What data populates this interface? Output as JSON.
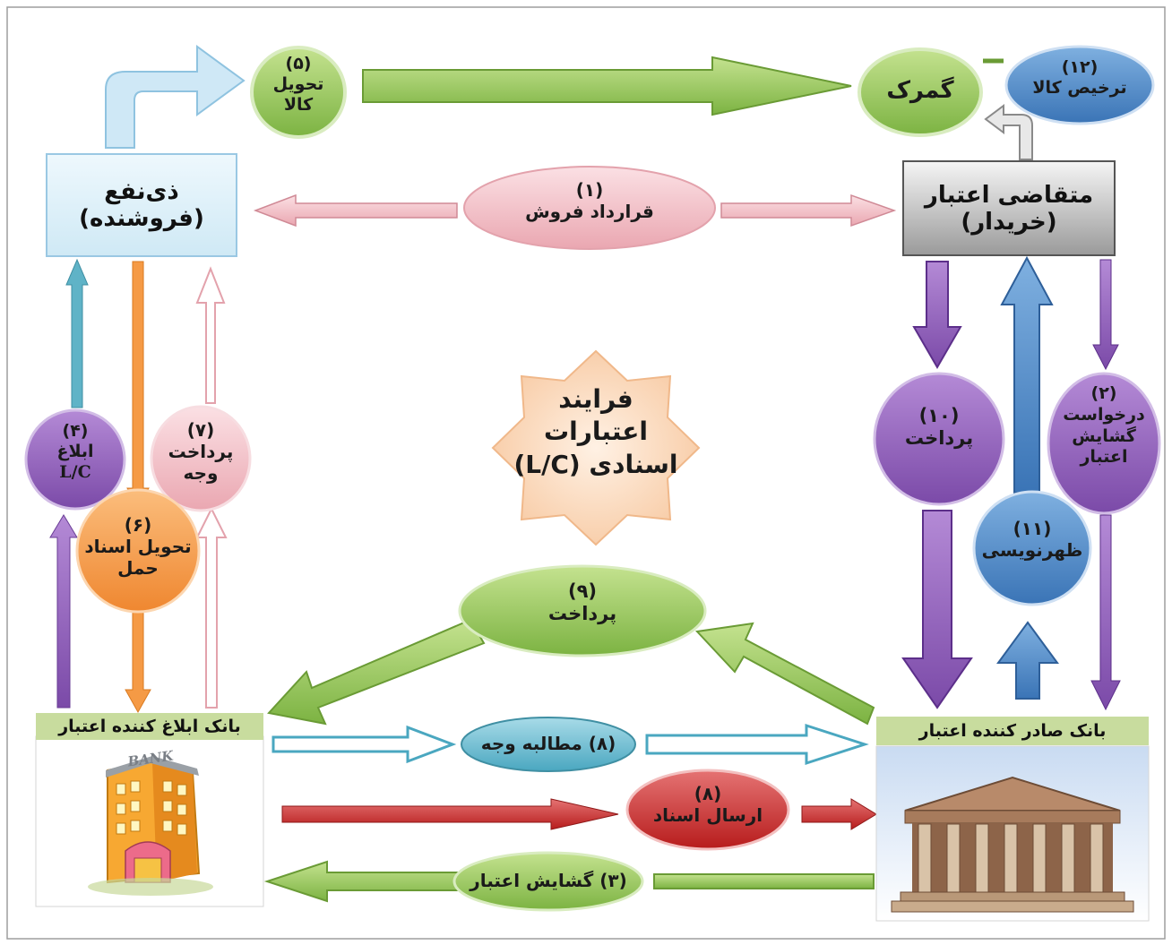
{
  "colors": {
    "green": "#8dc04e",
    "pink": "#f2c2c8",
    "purple": "#8a5eb3",
    "blue": "#4d86c4",
    "orange": "#f59a45",
    "red": "#c93a3a",
    "teal": "#5fb3c7",
    "peach": "#fad3b0"
  },
  "center": {
    "line1": "فرایند",
    "line2": "اعتبارات",
    "line3": "اسنادی (L/C)"
  },
  "seller": {
    "line1": "ذی‌نفع",
    "line2": "(فروشنده)"
  },
  "buyer": {
    "line1": "متقاضی اعتبار",
    "line2": "(خریدار)"
  },
  "steps": {
    "s1": {
      "num": "(۱)",
      "text": "قرارداد فروش"
    },
    "s2": {
      "num": "(۲)",
      "l1": "درخواست",
      "l2": "گشایش",
      "l3": "اعتبار"
    },
    "s3": {
      "text": "(۳) گشایش اعتبار"
    },
    "s4": {
      "num": "(۴)",
      "l1": "ابلاغ",
      "l2": "L/C"
    },
    "s5": {
      "num": "(۵)",
      "l1": "تحویل",
      "l2": "کالا"
    },
    "s6": {
      "num": "(۶)",
      "l1": "تحویل اسناد",
      "l2": "حمل"
    },
    "s7": {
      "num": "(۷)",
      "l1": "پرداخت",
      "l2": "وجه"
    },
    "s8a": {
      "text": "(۸) مطالبه وجه"
    },
    "s8b": {
      "num": "(۸)",
      "text": "ارسال اسناد"
    },
    "s9": {
      "num": "(۹)",
      "text": "پرداخت"
    },
    "s10": {
      "num": "(۱۰)",
      "text": "پرداخت"
    },
    "s11": {
      "num": "(۱۱)",
      "text": "ظهرنویسی"
    },
    "s12": {
      "num": "(۱۲)",
      "text": "ترخیص کالا"
    }
  },
  "customs": "گمرک",
  "advising_bank": {
    "label": "بانک ابلاغ کننده اعتبار",
    "sign": "BANK"
  },
  "issuing_bank": {
    "label": "بانک صادر کننده اعتبار"
  }
}
